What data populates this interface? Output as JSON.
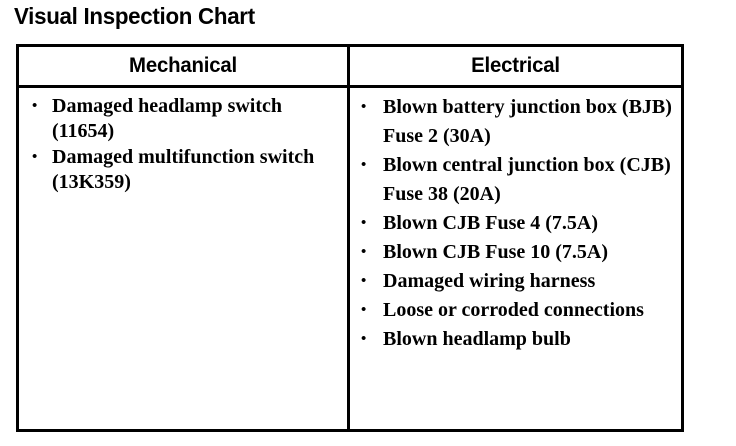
{
  "document": {
    "title": "Visual Inspection Chart"
  },
  "table": {
    "columns": [
      {
        "key": "mechanical",
        "header": "Mechanical",
        "items": [
          "Damaged headlamp switch (11654)",
          "Damaged multifunction switch (13K359)"
        ]
      },
      {
        "key": "electrical",
        "header": "Electrical",
        "items": [
          "Blown battery junction box (BJB) Fuse 2 (30A)",
          "Blown central junction box (CJB) Fuse 38 (20A)",
          "Blown CJB Fuse 4 (7.5A)",
          "Blown CJB Fuse 10 (7.5A)",
          "Damaged wiring harness",
          "Loose or corroded connections",
          "Blown headlamp bulb"
        ]
      }
    ],
    "bullet_glyph": "•"
  },
  "colors": {
    "ink": "#000000",
    "page": "#ffffff",
    "rule": "#000000"
  }
}
